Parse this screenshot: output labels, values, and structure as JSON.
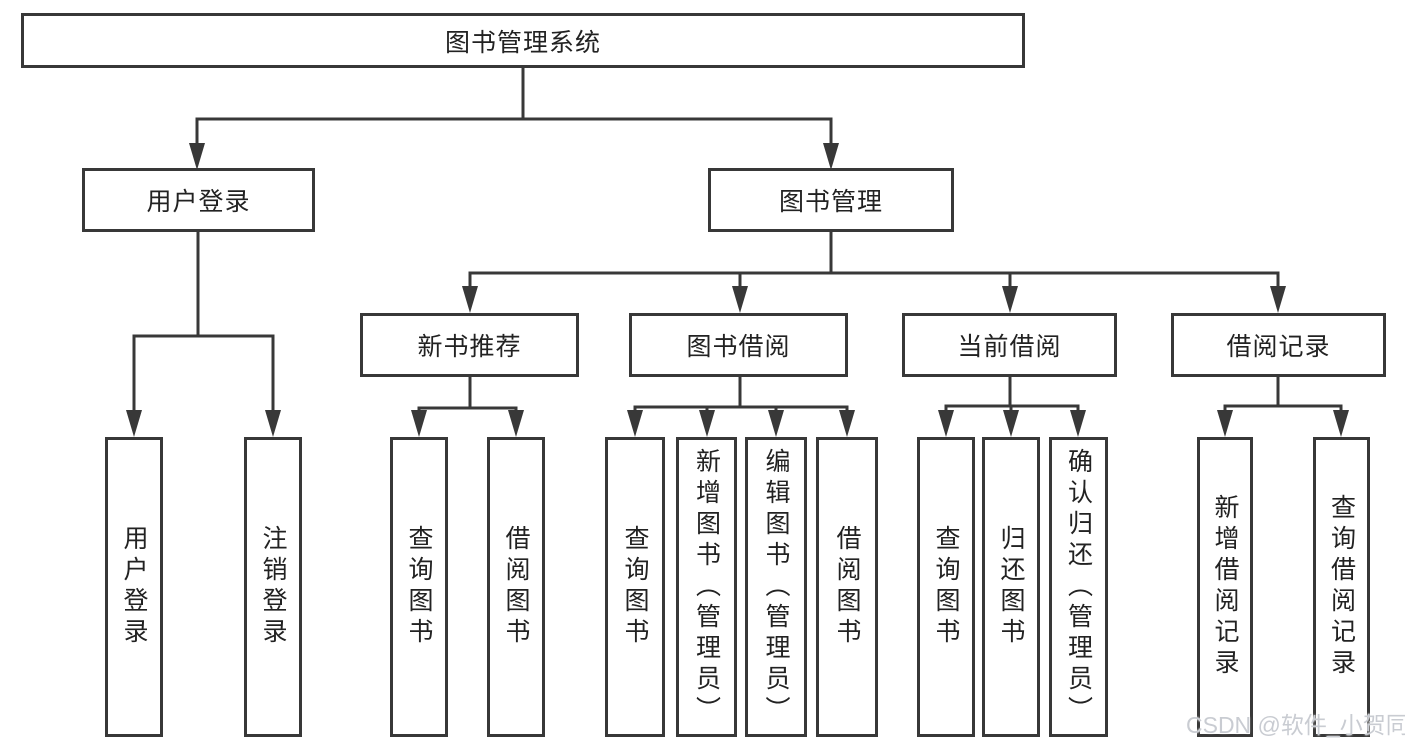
{
  "tree": {
    "root": {
      "label": "图书管理系统",
      "children": [
        {
          "label": "用户登录",
          "children": [
            {
              "label": "用户登录"
            },
            {
              "label": "注销登录"
            }
          ]
        },
        {
          "label": "图书管理",
          "children": [
            {
              "label": "新书推荐",
              "children": [
                {
                  "label": "查询图书"
                },
                {
                  "label": "借阅图书"
                }
              ]
            },
            {
              "label": "图书借阅",
              "children": [
                {
                  "label": "查询图书"
                },
                {
                  "label": "新增图书（管理员）"
                },
                {
                  "label": "编辑图书（管理员）"
                },
                {
                  "label": "借阅图书"
                }
              ]
            },
            {
              "label": "当前借阅",
              "children": [
                {
                  "label": "查询图书"
                },
                {
                  "label": "归还图书"
                },
                {
                  "label": "确认归还（管理员）"
                }
              ]
            },
            {
              "label": "借阅记录",
              "children": [
                {
                  "label": "新增借阅记录"
                },
                {
                  "label": "查询借阅记录"
                }
              ]
            }
          ]
        }
      ]
    }
  },
  "watermark": {
    "text": "CSDN @软件_小贺同学"
  },
  "colors": {
    "line": "#383838",
    "box_border": "#383838",
    "text": "#222222",
    "watermark_text": "#c9ccd2",
    "background": "#ffffff"
  }
}
